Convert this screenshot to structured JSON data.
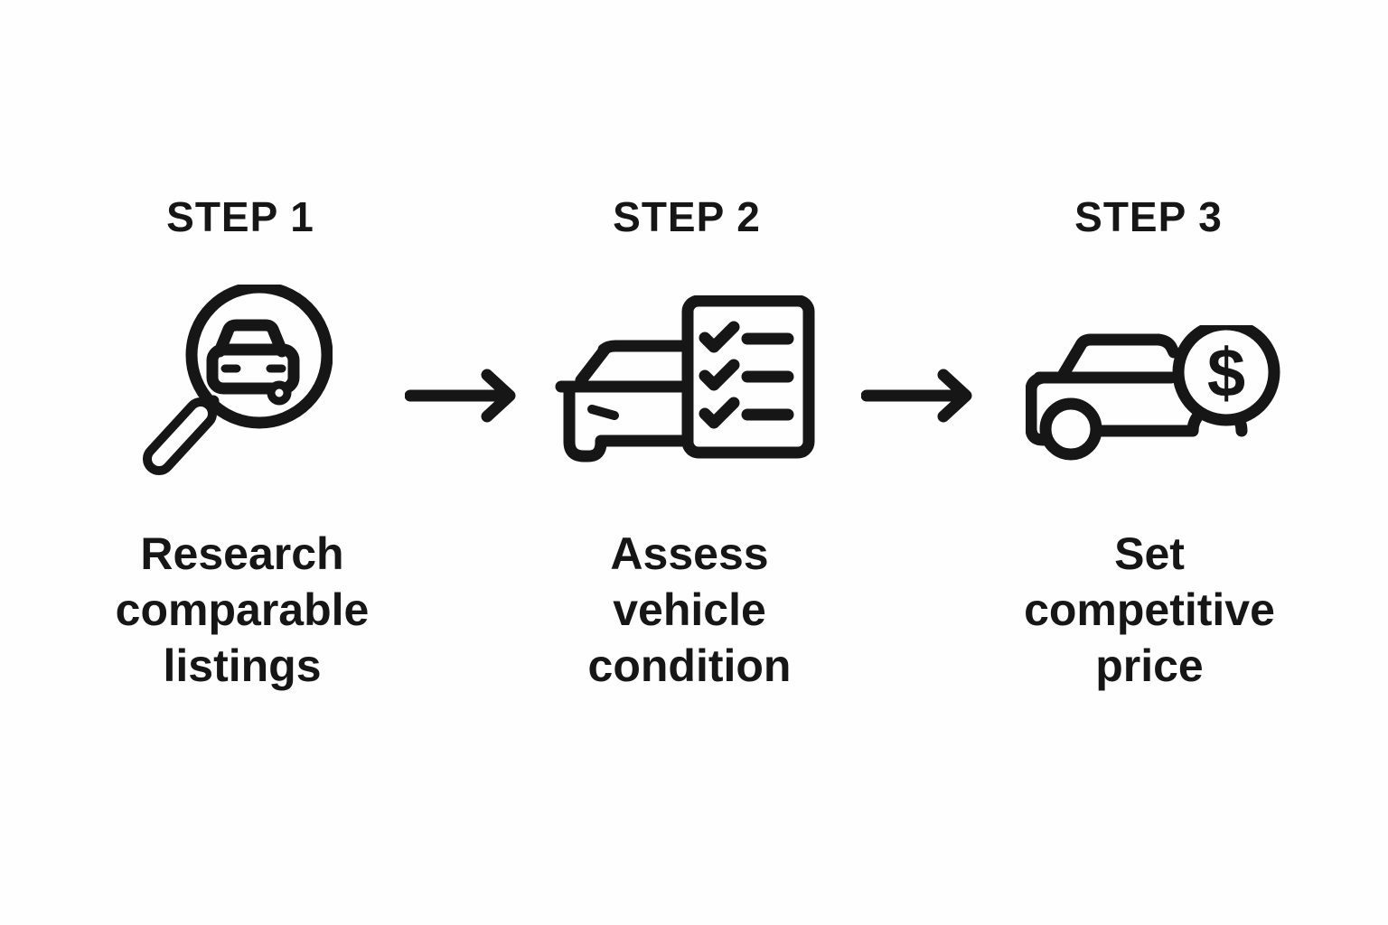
{
  "page": {
    "type": "how-it-works-infographic",
    "background_color": "#fefefe",
    "ink_color": "#161616"
  },
  "steps": [
    {
      "title": "STEP 1",
      "label": "Research\ncomparable\nlistings",
      "icon": "magnifier-car-icon"
    },
    {
      "title": "STEP 2",
      "label": "Assess\nvehicle\ncondition",
      "icon": "car-checklist-icon"
    },
    {
      "title": "STEP 3",
      "label": "Set\ncompetitive\nprice",
      "icon": "car-price-icon",
      "badge": "$"
    }
  ],
  "arrows": [
    {
      "icon": "arrow-right-icon"
    },
    {
      "icon": "arrow-right-icon"
    }
  ]
}
